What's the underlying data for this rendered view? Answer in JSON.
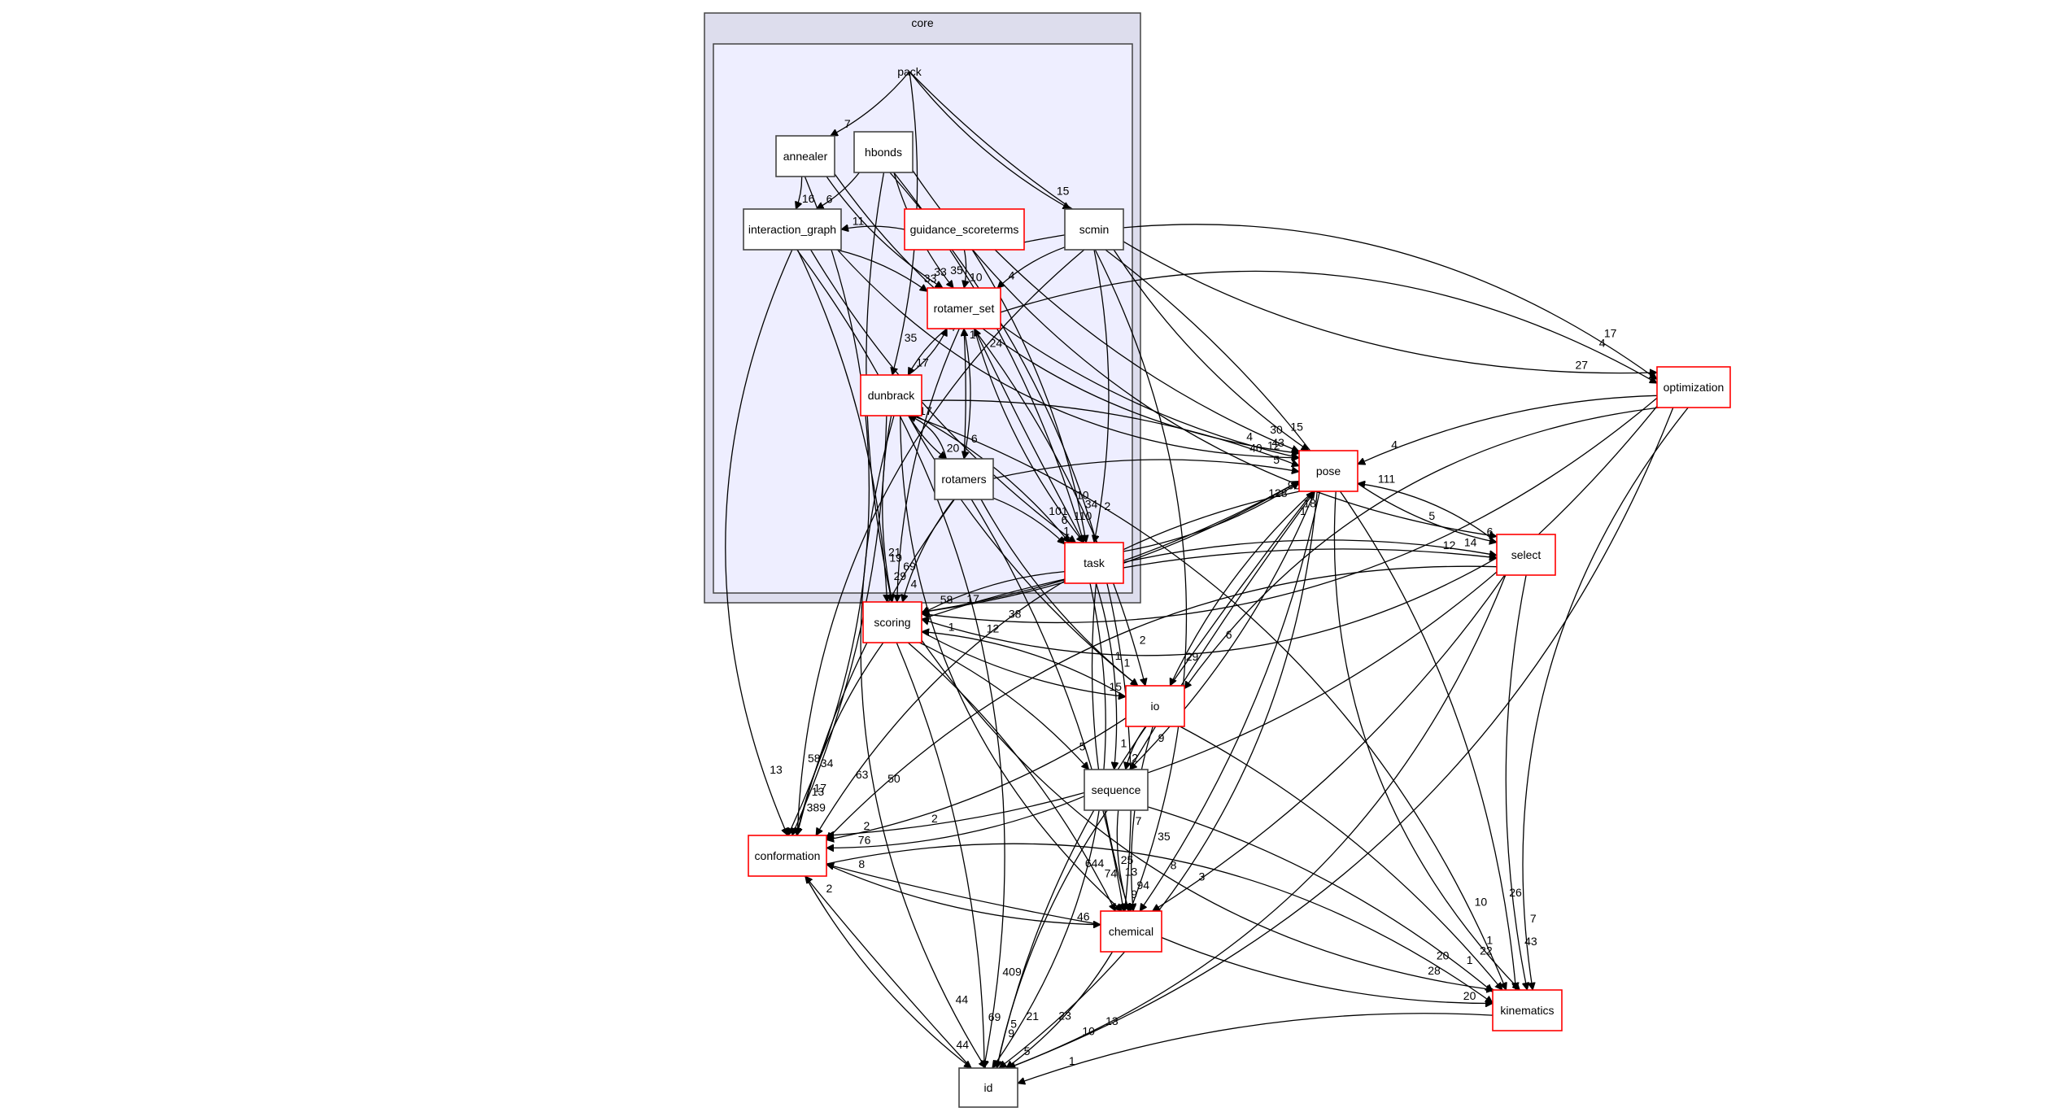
{
  "colors": {
    "core_fill": "#dddded",
    "pack_fill": "#eeeeff",
    "cluster_stroke": "#444444",
    "node_red_border": "#ff0000",
    "node_plain_border": "#444444"
  },
  "clusters": {
    "core": {
      "label": "core"
    },
    "pack": {
      "label": "pack"
    }
  },
  "nodes": {
    "annealer": {
      "label": "annealer",
      "has_children": false
    },
    "hbonds": {
      "label": "hbonds",
      "has_children": false
    },
    "interaction_graph": {
      "label": "interaction_graph",
      "has_children": false
    },
    "guidance_scoreterms": {
      "label": "guidance_scoreterms",
      "has_children": true
    },
    "scmin": {
      "label": "scmin",
      "has_children": false
    },
    "rotamer_set": {
      "label": "rotamer_set",
      "has_children": true
    },
    "dunbrack": {
      "label": "dunbrack",
      "has_children": true
    },
    "rotamers": {
      "label": "rotamers",
      "has_children": false
    },
    "task": {
      "label": "task",
      "has_children": true
    },
    "optimization": {
      "label": "optimization",
      "has_children": true
    },
    "pose": {
      "label": "pose",
      "has_children": true
    },
    "select": {
      "label": "select",
      "has_children": true
    },
    "scoring": {
      "label": "scoring",
      "has_children": true
    },
    "io": {
      "label": "io",
      "has_children": true
    },
    "sequence": {
      "label": "sequence",
      "has_children": false
    },
    "conformation": {
      "label": "conformation",
      "has_children": true
    },
    "chemical": {
      "label": "chemical",
      "has_children": true
    },
    "kinematics": {
      "label": "kinematics",
      "has_children": true
    },
    "id": {
      "label": "id",
      "has_children": false
    }
  },
  "edges": [
    {
      "from": "pack",
      "to": "annealer",
      "label": "7"
    },
    {
      "from": "pack",
      "to": "scmin",
      "label": "15"
    },
    {
      "from": "pack",
      "to": "dunbrack",
      "label": "35"
    },
    {
      "from": "pack",
      "to": "optimization",
      "label": "27"
    },
    {
      "from": "annealer",
      "to": "interaction_graph",
      "label": "16"
    },
    {
      "from": "annealer",
      "to": "rotamer_set",
      "label": "33"
    },
    {
      "from": "annealer",
      "to": "conformation",
      "label": "34"
    },
    {
      "from": "annealer",
      "to": "pose",
      "label": "4"
    },
    {
      "from": "hbonds",
      "to": "interaction_graph",
      "label": "6"
    },
    {
      "from": "hbonds",
      "to": "rotamer_set",
      "label": "35"
    },
    {
      "from": "hbonds",
      "to": "task",
      "label": "10"
    },
    {
      "from": "hbonds",
      "to": "scoring",
      "label": "21"
    },
    {
      "from": "hbonds",
      "to": "chemical",
      "label": "7"
    },
    {
      "from": "hbonds",
      "to": "select",
      "label": "5"
    },
    {
      "from": "interaction_graph",
      "to": "rotamer_set",
      "label": "33"
    },
    {
      "from": "interaction_graph",
      "to": "task",
      "label": "101"
    },
    {
      "from": "interaction_graph",
      "to": "scoring",
      "label": "19"
    },
    {
      "from": "interaction_graph",
      "to": "conformation",
      "label": "13"
    },
    {
      "from": "interaction_graph",
      "to": "id",
      "label": "409"
    },
    {
      "from": "interaction_graph",
      "to": "pose",
      "label": "40"
    },
    {
      "from": "guidance_scoreterms",
      "to": "rotamer_set",
      "label": "10"
    },
    {
      "from": "guidance_scoreterms",
      "to": "interaction_graph",
      "label": "11"
    },
    {
      "from": "guidance_scoreterms",
      "to": "task",
      "label": "34"
    },
    {
      "from": "guidance_scoreterms",
      "to": "pose",
      "label": "30"
    },
    {
      "from": "guidance_scoreterms",
      "to": "optimization",
      "label": "17"
    },
    {
      "from": "scmin",
      "to": "rotamer_set",
      "label": "4"
    },
    {
      "from": "scmin",
      "to": "task",
      "label": "2"
    },
    {
      "from": "scmin",
      "to": "pose",
      "label": "15"
    },
    {
      "from": "scmin",
      "to": "kinematics",
      "label": "26"
    },
    {
      "from": "scmin",
      "to": "conformation",
      "label": "58"
    },
    {
      "from": "scmin",
      "to": "chemical",
      "label": "35"
    },
    {
      "from": "rotamer_set",
      "to": "dunbrack",
      "label": "17"
    },
    {
      "from": "rotamer_set",
      "to": "rotamers",
      "label": "6"
    },
    {
      "from": "rotamer_set",
      "to": "task",
      "label": "110"
    },
    {
      "from": "rotamer_set",
      "to": "optimization",
      "label": "4"
    },
    {
      "from": "rotamer_set",
      "to": "scoring",
      "label": "69"
    },
    {
      "from": "rotamer_set",
      "to": "io",
      "label": "2"
    },
    {
      "from": "rotamer_set",
      "to": "pose",
      "label": "43"
    },
    {
      "from": "dunbrack",
      "to": "rotamer_set",
      "label": "4"
    },
    {
      "from": "dunbrack",
      "to": "rotamers",
      "label": "20"
    },
    {
      "from": "dunbrack",
      "to": "task",
      "label": "6"
    },
    {
      "from": "dunbrack",
      "to": "scoring",
      "label": "29"
    },
    {
      "from": "dunbrack",
      "to": "pose",
      "label": "12"
    },
    {
      "from": "dunbrack",
      "to": "io",
      "label": "1"
    },
    {
      "from": "dunbrack",
      "to": "conformation",
      "label": "17"
    },
    {
      "from": "dunbrack",
      "to": "chemical",
      "label": "644"
    },
    {
      "from": "dunbrack",
      "to": "kinematics",
      "label": "10"
    },
    {
      "from": "dunbrack",
      "to": "id",
      "label": "44"
    },
    {
      "from": "rotamers",
      "to": "rotamer_set",
      "label": "1"
    },
    {
      "from": "rotamers",
      "to": "dunbrack",
      "label": "17"
    },
    {
      "from": "rotamers",
      "to": "task",
      "label": "1"
    },
    {
      "from": "rotamers",
      "to": "scoring",
      "label": "4"
    },
    {
      "from": "rotamers",
      "to": "pose",
      "label": "5"
    },
    {
      "from": "rotamers",
      "to": "conformation",
      "label": "13"
    },
    {
      "from": "rotamers",
      "to": "chemical",
      "label": "25"
    },
    {
      "from": "rotamers",
      "to": "io",
      "label": "1"
    },
    {
      "from": "task",
      "to": "rotamer_set",
      "label": "24"
    },
    {
      "from": "task",
      "to": "pose",
      "label": "96"
    },
    {
      "from": "task",
      "to": "select",
      "label": "14"
    },
    {
      "from": "task",
      "to": "scoring",
      "label": "58"
    },
    {
      "from": "task",
      "to": "sequence",
      "label": "1"
    },
    {
      "from": "task",
      "to": "chemical",
      "label": "13"
    },
    {
      "from": "task",
      "to": "id",
      "label": "21"
    },
    {
      "from": "optimization",
      "to": "pose",
      "label": "4"
    },
    {
      "from": "optimization",
      "to": "scoring",
      "label": "38"
    },
    {
      "from": "optimization",
      "to": "io",
      "label": "6"
    },
    {
      "from": "optimization",
      "to": "conformation",
      "label": "2"
    },
    {
      "from": "optimization",
      "to": "kinematics",
      "label": "7"
    },
    {
      "from": "optimization",
      "to": "id",
      "label": "13"
    },
    {
      "from": "pose",
      "to": "select",
      "label": "6"
    },
    {
      "from": "pose",
      "to": "scoring",
      "label": "17"
    },
    {
      "from": "pose",
      "to": "io",
      "label": "29"
    },
    {
      "from": "pose",
      "to": "sequence",
      "label": "9"
    },
    {
      "from": "pose",
      "to": "conformation",
      "label": "63"
    },
    {
      "from": "pose",
      "to": "chemical",
      "label": "8"
    },
    {
      "from": "pose",
      "to": "kinematics",
      "label": "1"
    },
    {
      "from": "pose",
      "to": "id",
      "label": "23"
    },
    {
      "from": "select",
      "to": "pose",
      "label": "111"
    },
    {
      "from": "select",
      "to": "scoring",
      "label": "12"
    },
    {
      "from": "select",
      "to": "conformation",
      "label": "50"
    },
    {
      "from": "select",
      "to": "chemical",
      "label": "3"
    },
    {
      "from": "select",
      "to": "kinematics",
      "label": "43"
    },
    {
      "from": "select",
      "to": "id",
      "label": "10"
    },
    {
      "from": "scoring",
      "to": "pose",
      "label": "128"
    },
    {
      "from": "scoring",
      "to": "select",
      "label": "12"
    },
    {
      "from": "scoring",
      "to": "io",
      "label": "15"
    },
    {
      "from": "scoring",
      "to": "sequence",
      "label": "5"
    },
    {
      "from": "scoring",
      "to": "conformation",
      "label": "389"
    },
    {
      "from": "scoring",
      "to": "chemical",
      "label": "74"
    },
    {
      "from": "scoring",
      "to": "kinematics",
      "label": "28"
    },
    {
      "from": "scoring",
      "to": "id",
      "label": "69"
    },
    {
      "from": "io",
      "to": "scoring",
      "label": "1"
    },
    {
      "from": "io",
      "to": "pose",
      "label": "18"
    },
    {
      "from": "io",
      "to": "sequence",
      "label": "2"
    },
    {
      "from": "io",
      "to": "conformation",
      "label": "2"
    },
    {
      "from": "io",
      "to": "chemical",
      "label": "94"
    },
    {
      "from": "io",
      "to": "kinematics",
      "label": "22"
    },
    {
      "from": "io",
      "to": "id",
      "label": "5"
    },
    {
      "from": "sequence",
      "to": "conformation",
      "label": "76"
    },
    {
      "from": "sequence",
      "to": "chemical",
      "label": "9"
    },
    {
      "from": "sequence",
      "to": "kinematics",
      "label": "1"
    },
    {
      "from": "sequence",
      "to": "id",
      "label": "9"
    },
    {
      "from": "sequence",
      "to": "pose",
      "label": "1"
    },
    {
      "from": "conformation",
      "to": "chemical",
      "label": "46"
    },
    {
      "from": "conformation",
      "to": "kinematics",
      "label": "20"
    },
    {
      "from": "conformation",
      "to": "id",
      "label": "44"
    },
    {
      "from": "chemical",
      "to": "conformation",
      "label": "8"
    },
    {
      "from": "chemical",
      "to": "kinematics",
      "label": "20"
    },
    {
      "from": "chemical",
      "to": "id",
      "label": "5"
    },
    {
      "from": "kinematics",
      "to": "id",
      "label": "1"
    },
    {
      "from": "id",
      "to": "conformation",
      "label": "2"
    }
  ]
}
